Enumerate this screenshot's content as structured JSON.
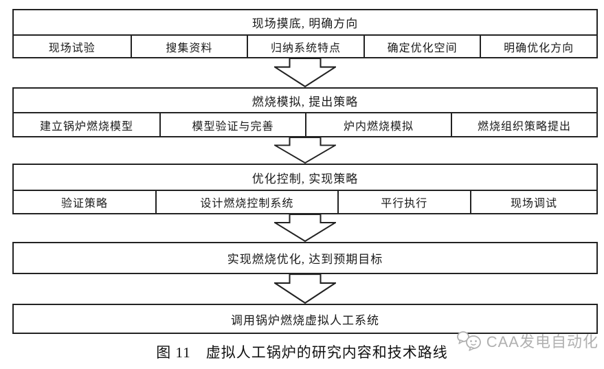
{
  "diagram": {
    "sections": [
      {
        "header": "现场摸底, 明确方向",
        "cells": [
          "现场试验",
          "搜集资料",
          "归纳系统特点",
          "确定优化空间",
          "明确优化方向"
        ]
      },
      {
        "header": "燃烧模拟, 提出策略",
        "cells": [
          "建立锅炉燃烧模型",
          "模型验证与完善",
          "炉内燃烧模拟",
          "燃烧组织策略提出"
        ]
      },
      {
        "header": "优化控制, 实现策略",
        "cells": [
          "验证策略",
          "设计燃烧控制系统",
          "平行执行",
          "现场调试"
        ]
      }
    ],
    "result_boxes": [
      "实现燃烧优化, 达到预期目标",
      "调用锅炉燃烧虚拟人工系统"
    ],
    "caption": "图 11　虚拟人工锅炉的研究内容和技术路线"
  },
  "watermark": {
    "text": "CAA发电自动化"
  },
  "colors": {
    "border": "#222222",
    "text": "#1a1a1a",
    "watermark": "#b0b0b0",
    "background": "#ffffff"
  }
}
